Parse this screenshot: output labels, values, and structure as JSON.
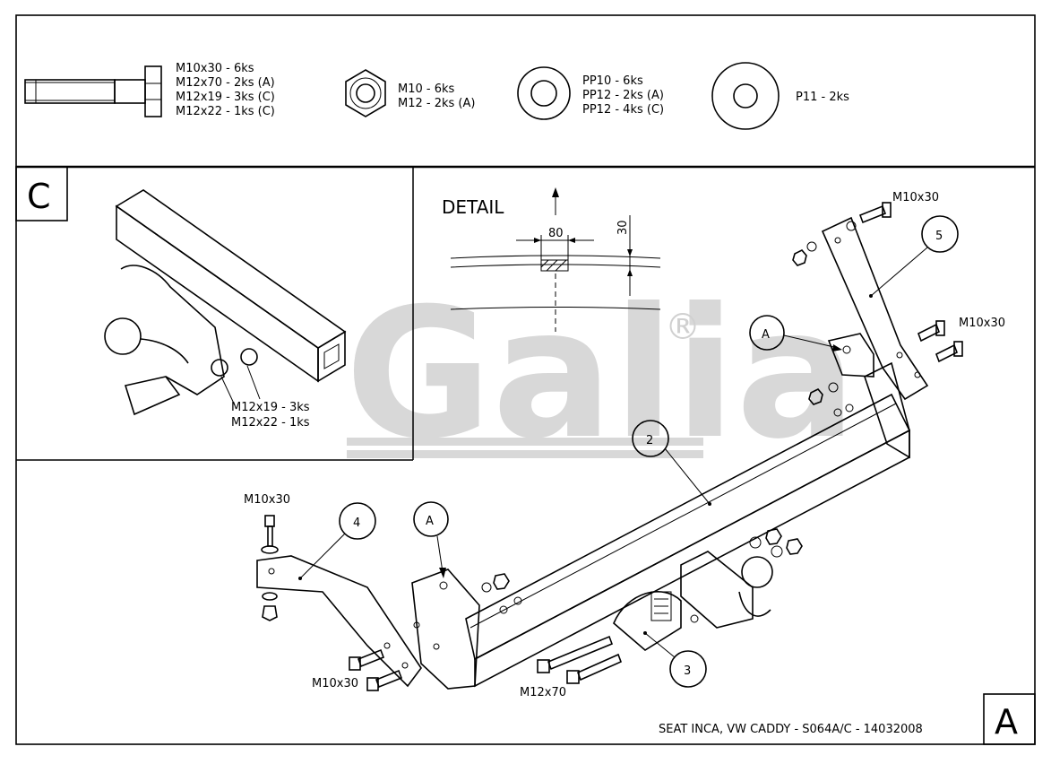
{
  "parts_header": {
    "bolt_lines": [
      "M10x30 - 6ks",
      "M12x70 - 2ks (A)",
      "M12x19 - 3ks (C)",
      "M12x22 - 1ks (C)"
    ],
    "nut_lines": [
      "M10 - 6ks",
      "M12 - 2ks (A)"
    ],
    "washer_lines": [
      "PP10 - 6ks",
      "PP12 - 2ks (A)",
      "PP12 - 4ks (C)"
    ],
    "plate_washer_lines": [
      "P11 - 2ks"
    ]
  },
  "panel_c": {
    "letter": "C",
    "bolt_labels": [
      "M12x19 - 3ks",
      "M12x22 - 1ks"
    ]
  },
  "detail": {
    "title": "DETAIL",
    "dim_width": "80",
    "dim_height": "30"
  },
  "watermark": {
    "text": "Galia",
    "reg_mark": "®"
  },
  "callouts": {
    "c2": "2",
    "c3": "3",
    "c4": "4",
    "c5": "5",
    "a_top": "A",
    "a_left": "A"
  },
  "bolt_labels": {
    "top_right_1": "M10x30",
    "top_right_2": "M10x30",
    "left_top": "M10x30",
    "left_bottom": "M10x30",
    "bottom_center": "M12x70"
  },
  "footer": {
    "caption": "SEAT INCA, VW CADDY - S064A/C - 14032008",
    "sheet_letter": "A"
  }
}
